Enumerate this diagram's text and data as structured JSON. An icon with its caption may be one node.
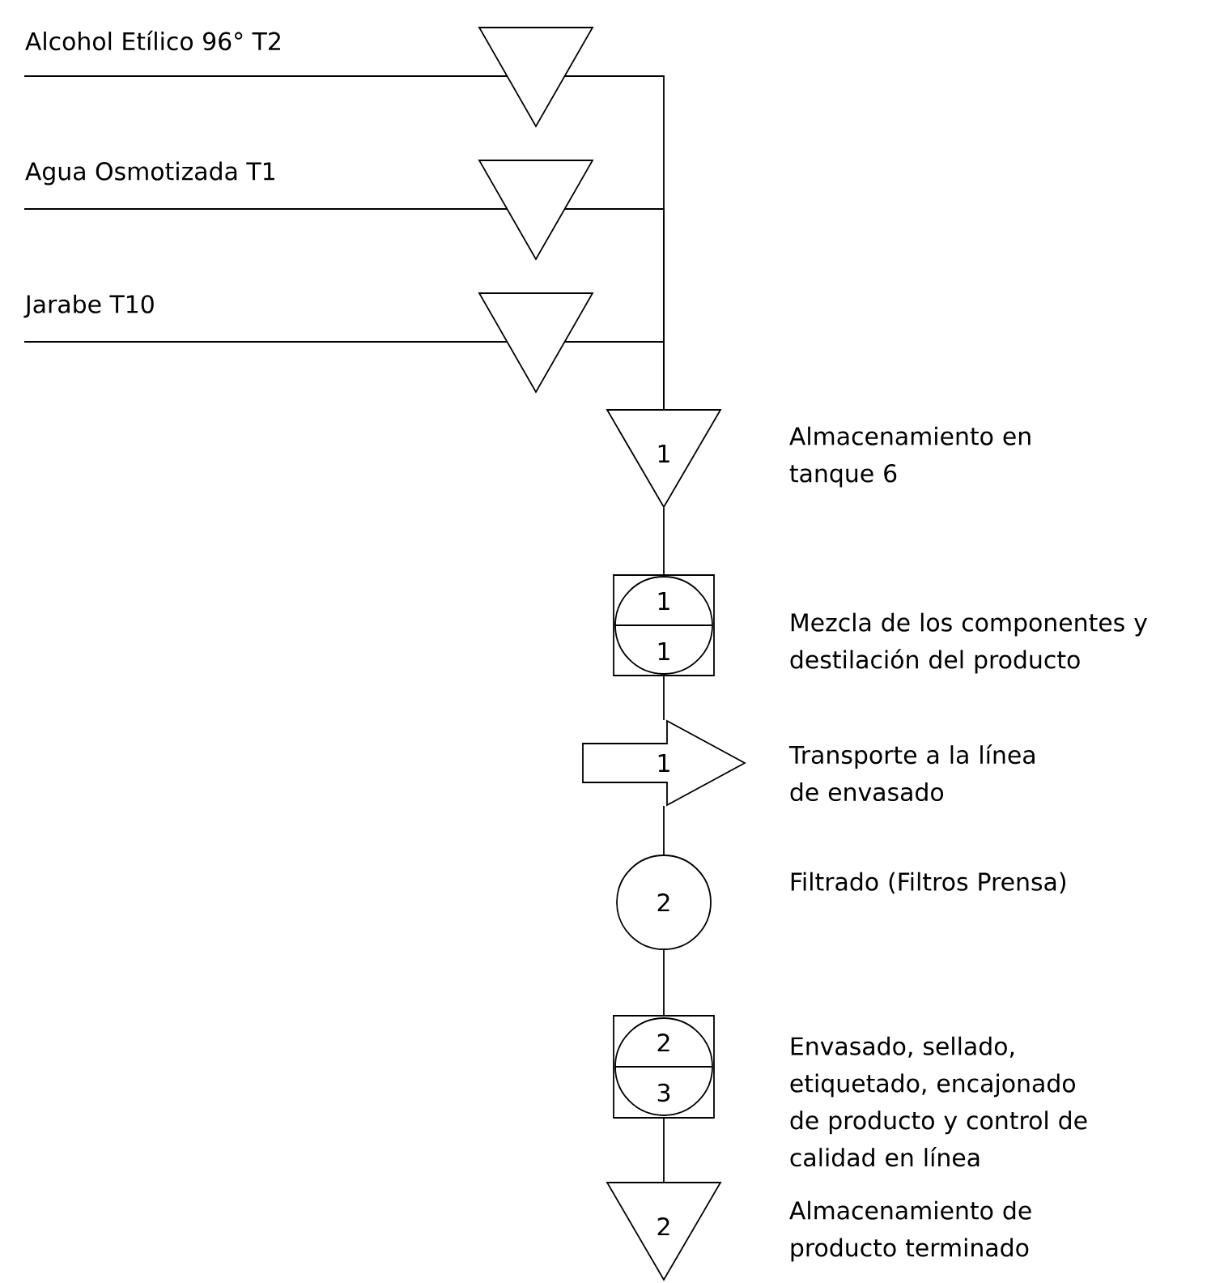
{
  "diagram": {
    "nodes": [
      {
        "text": [],
        "shape": "triangle"
      },
      {
        "text": [],
        "shape": "triangle"
      },
      {
        "text": [],
        "shape": "triangle"
      },
      {
        "text": [
          "1"
        ],
        "beside": [
          "Almacenamiento en tanque 6"
        ]
      },
      {
        "text": [
          "1",
          "1"
        ],
        "beside": [
          "Mezcla de los componentes y destilación del producto"
        ]
      },
      {
        "text": [
          "1"
        ],
        "beside": [
          "Transporte a la línea de envasado"
        ]
      },
      {
        "text": [
          "2"
        ],
        "beside": [
          "Filtrado (Filtros Prensa)"
        ]
      },
      {
        "text": [
          "2",
          "3"
        ],
        "beside": [
          "Envasado, sellado, etiquetado, encajonado de producto y control de calidad en línea"
        ]
      },
      {
        "text": [
          "2"
        ],
        "beside": [
          "Almacenamiento de producto terminado"
        ]
      }
    ],
    "edges": [
      {
        "from": null,
        "to": 0,
        "arrow": "none"
      },
      {
        "from": null,
        "to": 1,
        "arrow": "none"
      },
      {
        "from": null,
        "to": 2,
        "arrow": "none"
      },
      {
        "from": 0,
        "to": 3,
        "arrow": "none"
      },
      {
        "from": 1,
        "to": 3,
        "arrow": "none"
      },
      {
        "from": 2,
        "to": 3,
        "arrow": "none"
      },
      {
        "from": 3,
        "to": 4,
        "arrow": "none"
      },
      {
        "from": 4,
        "to": 5,
        "arrow": "none"
      },
      {
        "from": 5,
        "to": 6,
        "arrow": "none"
      },
      {
        "from": 6,
        "to": 7,
        "arrow": "none"
      },
      {
        "from": 7,
        "to": 8,
        "arrow": "none"
      }
    ],
    "labels": [
      "Alcohol Etílico 96° T2",
      "Agua Osmotizada T1",
      "Jarabe T10"
    ]
  }
}
